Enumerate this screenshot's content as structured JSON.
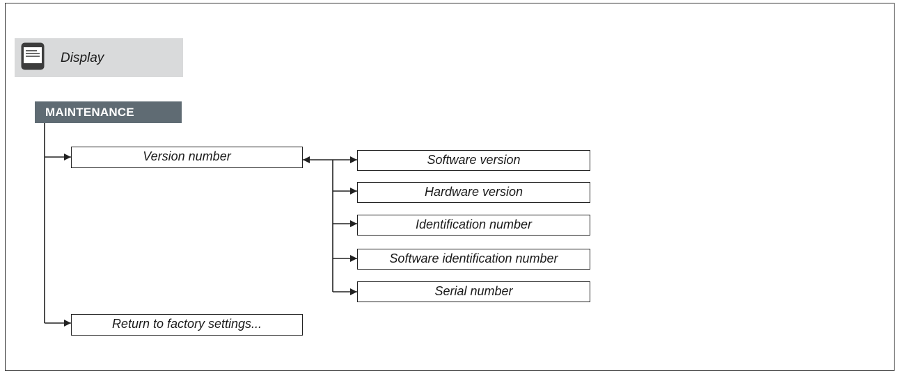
{
  "display": {
    "label": "Display",
    "icon": "display-icon"
  },
  "menu": {
    "title": "MAINTENANCE",
    "items": [
      {
        "label": "Version number",
        "children": [
          {
            "label": "Software version"
          },
          {
            "label": "Hardware version"
          },
          {
            "label": "Identification number"
          },
          {
            "label": "Software identification number"
          },
          {
            "label": "Serial number"
          }
        ]
      },
      {
        "label": "Return to factory settings..."
      }
    ]
  },
  "colors": {
    "banner_bg": "#d9dadb",
    "header_bg": "#5f6b73",
    "header_text": "#ffffff",
    "line": "#222222"
  }
}
